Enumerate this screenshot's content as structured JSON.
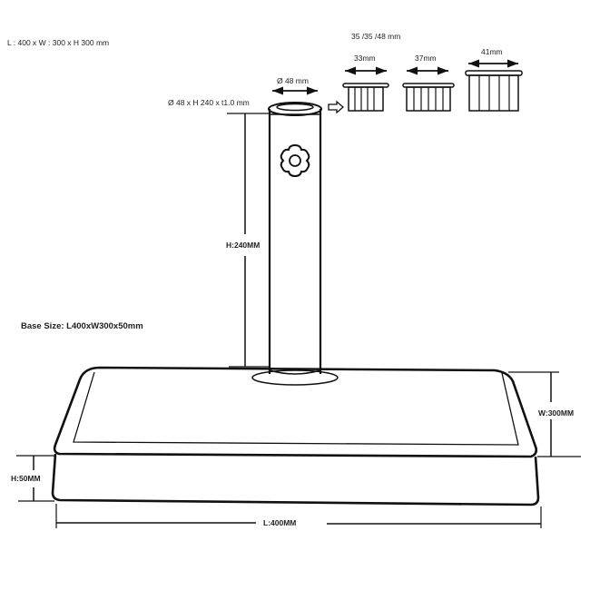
{
  "labels": {
    "overall": "L : 400 x W : 300 x H 300 mm",
    "adapter_sizes": "35 /35 /48 mm",
    "adapter_1": "33mm",
    "adapter_2": "37mm",
    "adapter_3": "41mm",
    "pole_diameter": "Ø 48 mm",
    "pole_spec": "Ø 48 x H 240 x t1.0 mm",
    "pole_height": "H:240MM",
    "base_size": "Base Size: L400xW300x50mm",
    "base_width": "W:300MM",
    "base_height": "H:50MM",
    "base_length": "L:400MM"
  },
  "colors": {
    "line": "#111111",
    "background": "#ffffff"
  }
}
